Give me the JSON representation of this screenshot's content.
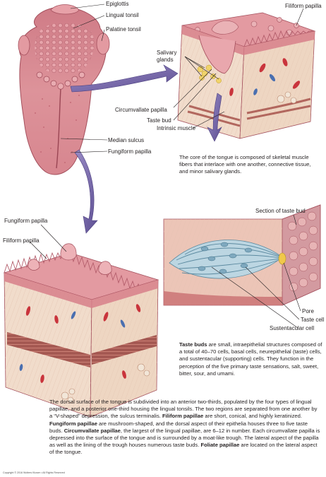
{
  "labels": {
    "epiglottis": "Epiglottis",
    "lingual_tonsil": "Lingual tonsil",
    "palatine_tonsil": "Palatine tonsil",
    "filiform_papilla_top": "Filiform papilla",
    "salivary_glands_line1": "Salivary",
    "salivary_glands_line2": "glands",
    "circumvallate_papilla": "Circumvallate papilla",
    "taste_bud": "Taste bud",
    "intrinsic_muscle": "Intrinsic muscle",
    "median_sulcus": "Median sulcus",
    "fungiform_papilla_right": "Fungiform papilla",
    "fungiform_papilla_left": "Fungiform papilla",
    "filiform_papilla_left": "Filiform papilla",
    "section_of_taste_bud": "Section of taste bud",
    "pore": "Pore",
    "taste_cell": "Taste cell",
    "sustentacular_cell": "Sustentacular cell"
  },
  "captions": {
    "core": "The core of the tongue is composed of skeletal muscle fibers that interlace with one another, connective tissue, and minor salivary glands.",
    "taste_buds_term": "Taste buds",
    "taste_buds_rest": " are small, intraepithelial structures composed of a total of 40–70 cells, basal cells, neurepithelial (taste) cells, and sustentacular (supporting) cells. They function in the perception of the five primary taste sensations, salt, sweet, bitter, sour, and umami.",
    "dorsal_p1": "The dorsal surface of the tongue is subdivided into an anterior two-thirds, populated by the four types of lingual papillae, and a posterior one-third housing the lingual tonsils. The two regions are separated from one another by a “V-shaped” depression, the sulcus terminalis. ",
    "filiform_term": "Filiform papillae",
    "dorsal_p2": " are short, conical, and highly keratinized. ",
    "fungiform_term": "Fungiform papillae",
    "dorsal_p3": " are mushroom-shaped, and the dorsal aspect of their epithelia houses three to five taste buds. ",
    "circumvallate_term": "Circumvallate papillae",
    "dorsal_p4": ", the largest of the lingual papillae, are 6–12 in number. Each circumvallate papilla is depressed into the surface of the tongue and is surrounded by a moat-like trough. The lateral aspect of the papilla as well as the lining of the trough houses numerous taste buds. ",
    "foliate_term": "Foliate papillae",
    "dorsal_p5": " are located on the lateral aspect of the tongue."
  },
  "copyright": "Copyright © 2016 Wolters Kluwer • All Rights Reserved",
  "colors": {
    "tongue": "#d9878f",
    "tongue_dark": "#b25a66",
    "tissue": "#f1dccb",
    "muscle": "#a8544d",
    "vessel_red": "#c9343c",
    "vessel_blue": "#4a6fb0",
    "gland": "#f0d36a",
    "arrow": "#7f70ad",
    "taste_bud": "#9ec3d6"
  }
}
